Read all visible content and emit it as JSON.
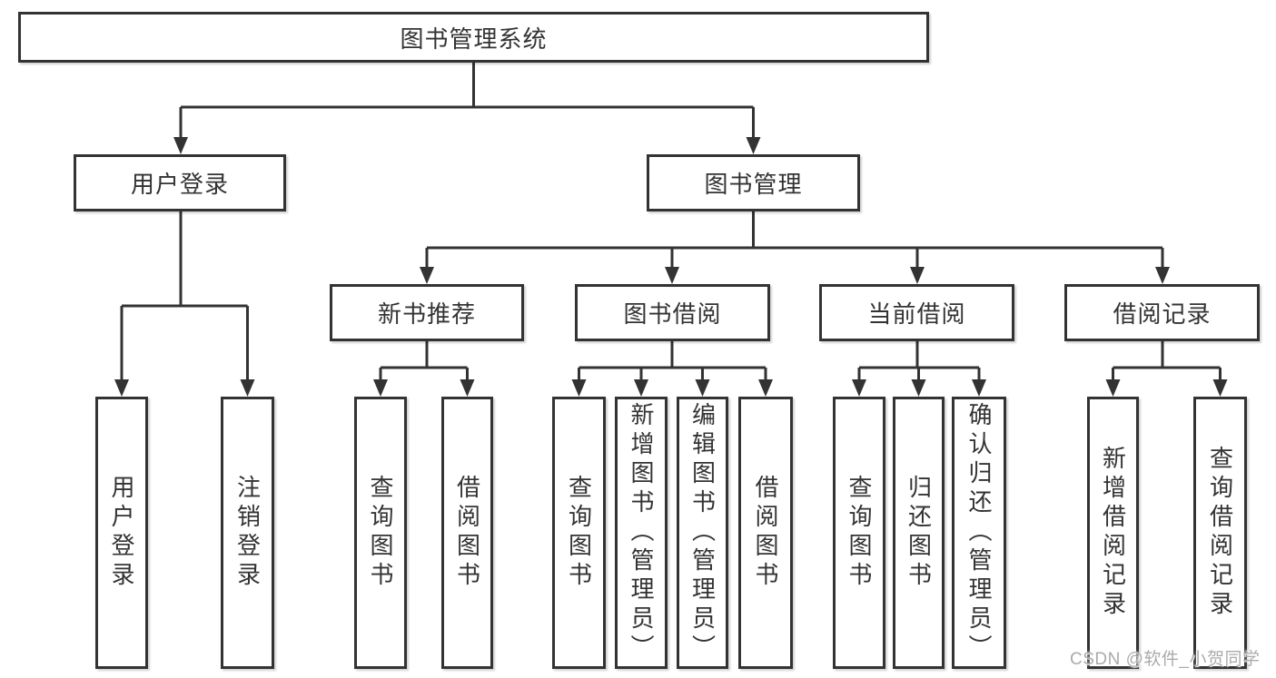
{
  "tree": {
    "label": "图书管理系统",
    "children": [
      {
        "label": "用户登录",
        "children": [
          {
            "label": "用户登录"
          },
          {
            "label": "注销登录"
          }
        ]
      },
      {
        "label": "图书管理",
        "children": [
          {
            "label": "新书推荐",
            "children": [
              {
                "label": "查询图书"
              },
              {
                "label": "借阅图书"
              }
            ]
          },
          {
            "label": "图书借阅",
            "children": [
              {
                "label": "查询图书"
              },
              {
                "label": "新增图书（管理员）"
              },
              {
                "label": "编辑图书（管理员）"
              },
              {
                "label": "借阅图书"
              }
            ]
          },
          {
            "label": "当前借阅",
            "children": [
              {
                "label": "查询图书"
              },
              {
                "label": "归还图书"
              },
              {
                "label": "确认归还（管理员）"
              }
            ]
          },
          {
            "label": "借阅记录",
            "children": [
              {
                "label": "新增借阅记录"
              },
              {
                "label": "查询借阅记录"
              }
            ]
          }
        ]
      }
    ]
  },
  "watermark": {
    "text": "CSDN @软件_小贺同学"
  },
  "colors": {
    "line": "#333333",
    "box_border": "#333333",
    "text": "#333333",
    "watermark": "#ababab",
    "background": "#ffffff"
  }
}
